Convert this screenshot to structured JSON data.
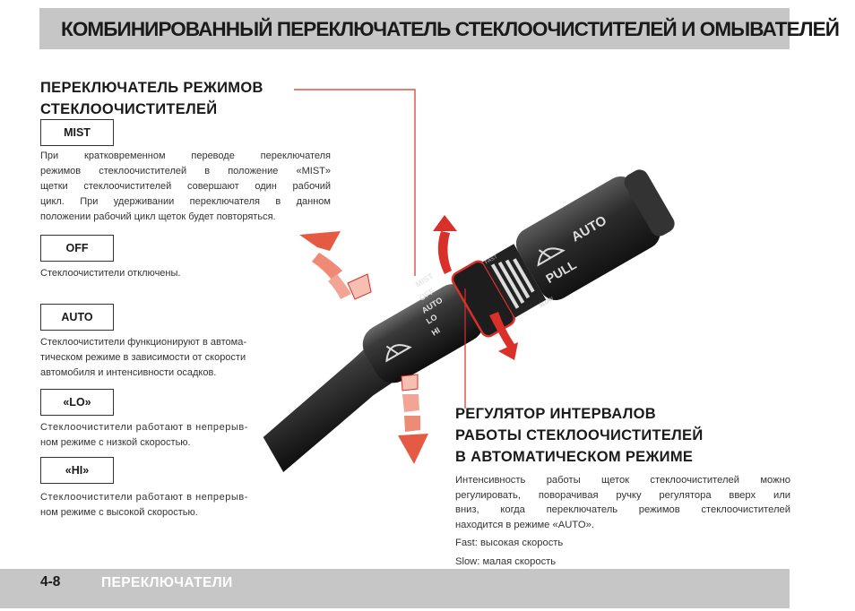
{
  "header": {
    "title": "КОМБИНИРОВАННЫЙ ПЕРЕКЛЮЧАТЕЛЬ СТЕКЛООЧИСТИТЕЛЕЙ И ОМЫВАТЕЛЕЙ"
  },
  "left_section": {
    "title_lines": [
      "ПЕРЕКЛЮЧАТЕЛЬ РЕЖИМОВ",
      "СТЕКЛООЧИСТИТЕЛЕЙ"
    ],
    "modes": [
      {
        "label": "MIST",
        "lines": [
          "При кратковременном переводе переключателя",
          "режимов стеклоочистителей в положение «MIST»",
          "щетки стеклоочистителей совершают один рабочий",
          "цикл. При удерживании переключателя в данном",
          "положении рабочий цикл щеток будет повторяться."
        ]
      },
      {
        "label": "OFF",
        "lines": [
          "Стеклоочистители отключены."
        ]
      },
      {
        "label": "AUTO",
        "lines": [
          "Стеклоочистители функционируют в автома-",
          "тическом режиме в зависимости от скорости",
          "автомобиля и интенсивности осадков."
        ]
      },
      {
        "label": "«LO»",
        "lines": [
          "Стеклоочистители работают в непрерыв-",
          "ном режиме с низкой скоростью."
        ]
      },
      {
        "label": "«HI»",
        "lines": [
          "Стеклоочистители работают в непрерыв-",
          "ном режиме с высокой скоростью."
        ]
      }
    ]
  },
  "right_section": {
    "title_lines": [
      "РЕГУЛЯТОР ИНТЕРВАЛОВ",
      "РАБОТЫ СТЕКЛООЧИСТИТЕЛЕЙ",
      "В АВТОМАТИЧЕСКОМ РЕЖИМЕ"
    ],
    "body_lines": [
      "Интенсивность работы щеток стеклоочистителей можно",
      "регулировать, поворачивая ручку регулятора вверх или",
      "вниз, когда переключатель режимов стеклоочистителей",
      "находится в режиме «AUTO»."
    ],
    "fast_note": "Fast: высокая скорость",
    "slow_note": "Slow: малая скорость"
  },
  "illustration": {
    "stalk_positions": [
      "MIST",
      "OFF",
      "AUTO",
      "LO",
      "HI"
    ],
    "knob_labels": {
      "auto": "AUTO",
      "pull": "PULL",
      "fast": "FAST",
      "slow": "SLOW"
    },
    "colors": {
      "arrow_red": "#d9302a",
      "arrow_light": "#f0a08c",
      "leader_line": "#d9302a",
      "stalk": "#2a2a2a"
    }
  },
  "footer": {
    "page_number": "4-8",
    "chapter": "ПЕРЕКЛЮЧАТЕЛИ"
  }
}
